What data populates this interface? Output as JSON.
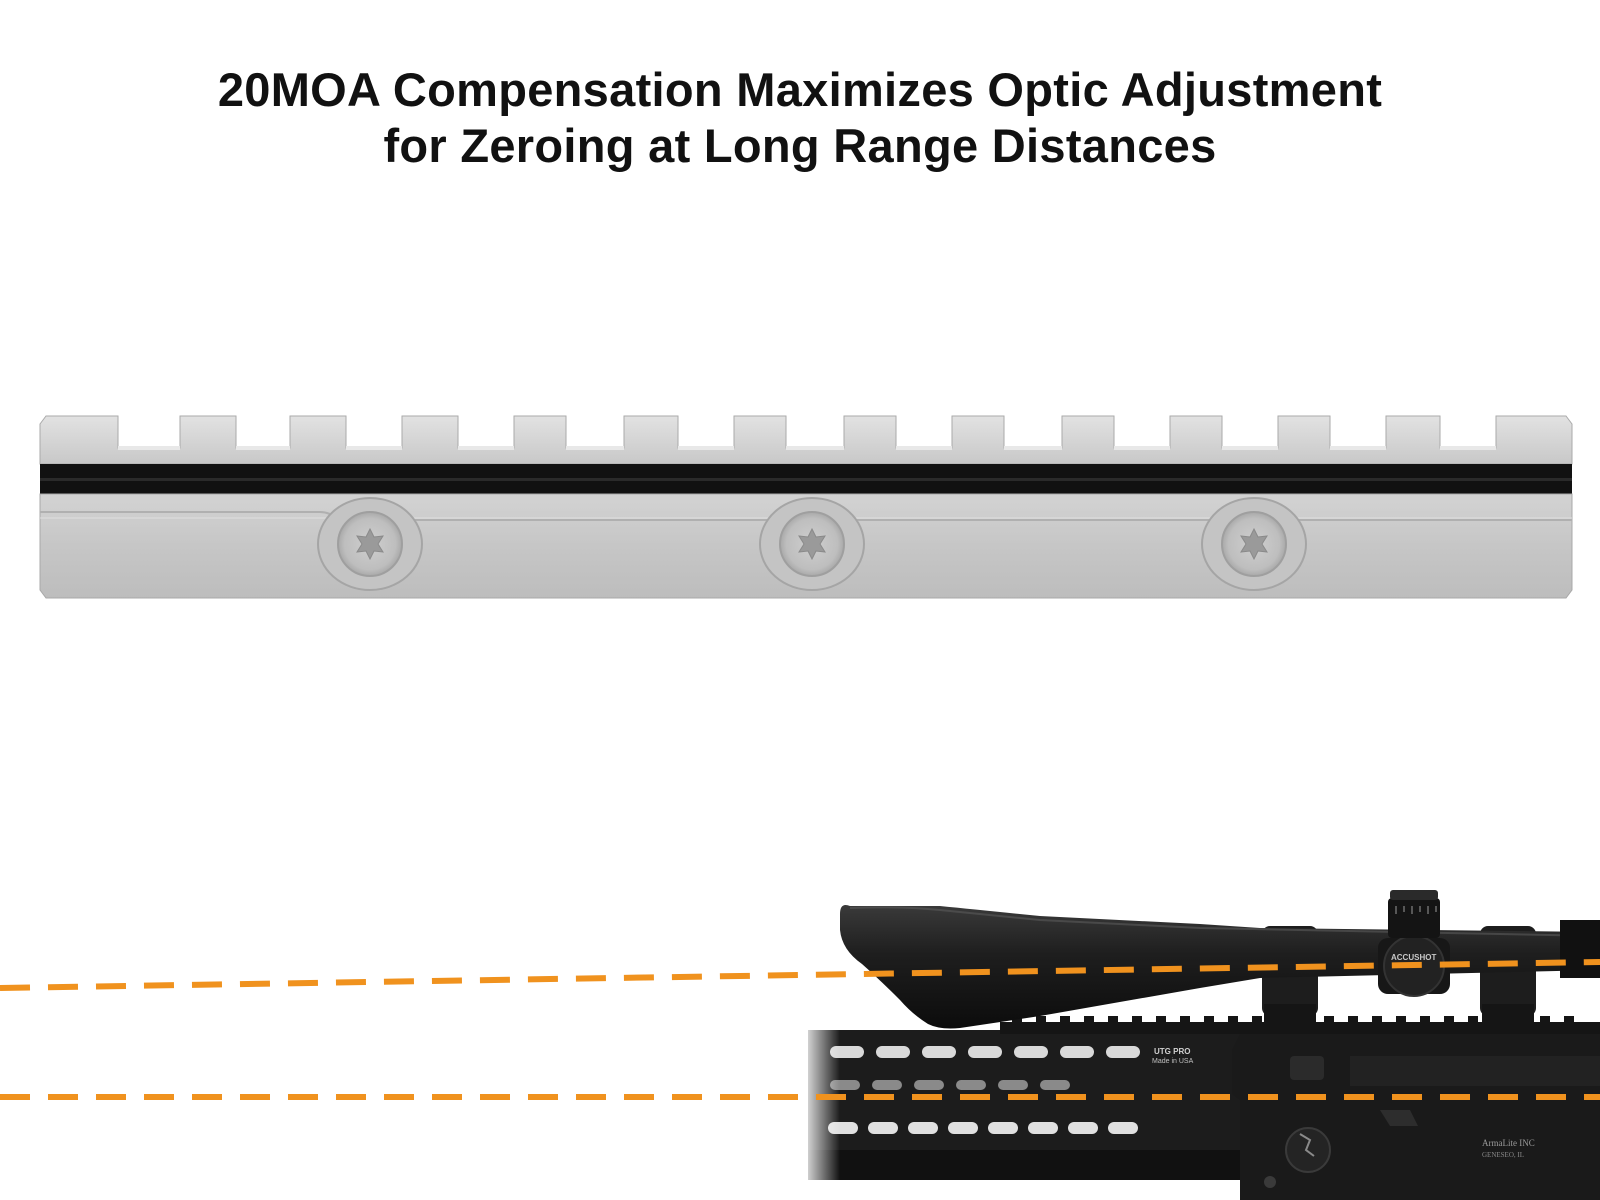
{
  "headline": {
    "line1": "20MOA Compensation Maximizes Optic Adjustment",
    "line2": "for Zeroing at Long Range Distances"
  },
  "scope_labels": {
    "turret_brand": "ACCUSHOT"
  },
  "rail_labels": {
    "brand": "UTG PRO",
    "origin": "Made in USA"
  },
  "receiver_labels": {
    "maker": "ArmaLite INC",
    "location": "GENESEO, IL"
  },
  "colors": {
    "background": "#ffffff",
    "headline_text": "#111111",
    "rail_body": "#c9c9c9",
    "rail_slot": "#111111",
    "sight_line": "#f0921e",
    "rifle_black": "#1a1a1a"
  }
}
